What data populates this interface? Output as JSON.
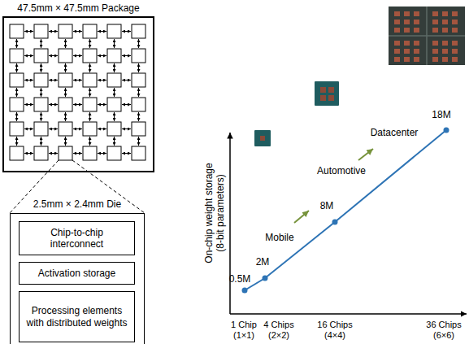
{
  "diagram": {
    "nodes": [
      {
        "text": [
          "47.5mm × 47.5mm Package"
        ]
      },
      {
        "text": [
          "2.5mm × 2.4mm Die"
        ]
      },
      {
        "text": [
          "Chip-to-chip interconnect"
        ],
        "in": 1
      },
      {
        "text": [
          "Activation storage"
        ],
        "in": 1
      },
      {
        "text": [
          "Processing elements with distributed weights"
        ],
        "in": 1
      }
    ],
    "labels": [
      "0.5M",
      "2M",
      "8M",
      "18M",
      "Mobile",
      "Automotive",
      "Datacenter",
      "On-chip weight storage (8-bit parameters)",
      "1 Chip (1×1)",
      "4 Chips (2×2)",
      "16 Chips (4×4)",
      "36 Chips (6×6)"
    ]
  }
}
